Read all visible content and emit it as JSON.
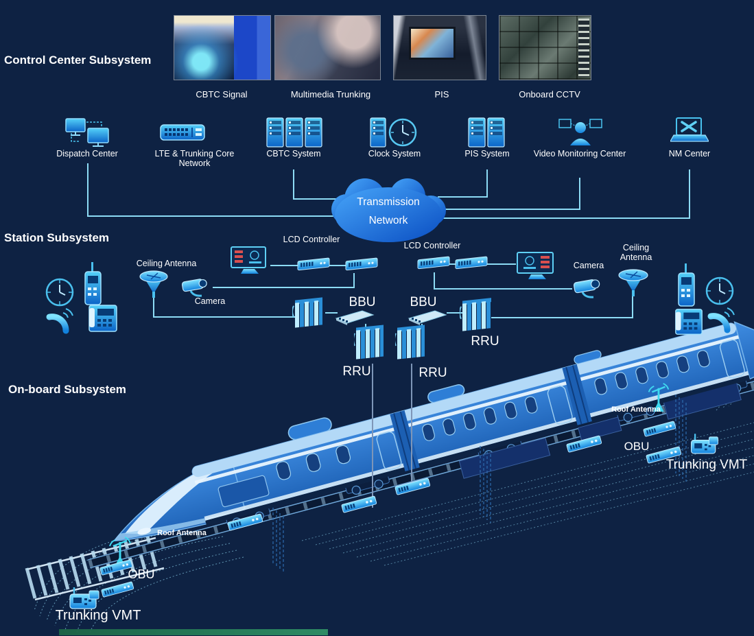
{
  "colors": {
    "background": "#0e2243",
    "connector_line": "#8ddcf5",
    "drop_line": "#7e96b8",
    "icon_blue_bright": "#54d0f8",
    "icon_blue_deep": "#0b64c8",
    "cloud_top": "#47a5f9",
    "cloud_bottom": "#0a4ec2",
    "train_body": "#2d7cd4",
    "train_stripe": "#b3d9f7",
    "text": "#ffffff"
  },
  "sections": {
    "control_center": "Control Center Subsystem",
    "station": "Station Subsystem",
    "onboard": "On-board Subsystem"
  },
  "photos": [
    {
      "label": "CBTC Signal"
    },
    {
      "label": "Multimedia Trunking"
    },
    {
      "label": "PIS"
    },
    {
      "label": "Onboard CCTV"
    }
  ],
  "core_nodes": [
    {
      "label": "Dispatch Center",
      "icon": "dispatch-monitors-icon"
    },
    {
      "label": "LTE & Trunking Core Network",
      "icon": "core-switch-icon"
    },
    {
      "label": "CBTC System",
      "icon": "server-rack-icon"
    },
    {
      "label": "Clock System",
      "icon": "server-clock-icon"
    },
    {
      "label": "PIS System",
      "icon": "server-rack-icon"
    },
    {
      "label": "Video Monitoring Center",
      "icon": "operator-monitors-icon"
    },
    {
      "label": "NM Center",
      "icon": "laptop-tools-icon"
    }
  ],
  "cloud": {
    "line1": "Transmission",
    "line2": "Network"
  },
  "station": {
    "lcd_controller": "LCD Controller",
    "ceiling_antenna": "Ceiling Antenna",
    "camera": "Camera",
    "bbu": "BBU",
    "rru": "RRU"
  },
  "onboard": {
    "roof_antenna": "Roof Antenna",
    "obu": "OBU",
    "trunking_vmt": "Trunking VMT"
  },
  "icons": {
    "station_side": [
      "clock-icon",
      "walkie-talkie-icon",
      "phone-handset-icon",
      "desk-phone-icon"
    ],
    "devices": [
      "ceiling-antenna-icon",
      "cctv-camera-icon",
      "lcd-controller-monitor-icon",
      "lcd-panel-icon",
      "bbu-unit-icon",
      "rru-unit-icon",
      "obu-unit-icon",
      "vmt-handheld-icon",
      "roof-antenna-icon"
    ]
  }
}
